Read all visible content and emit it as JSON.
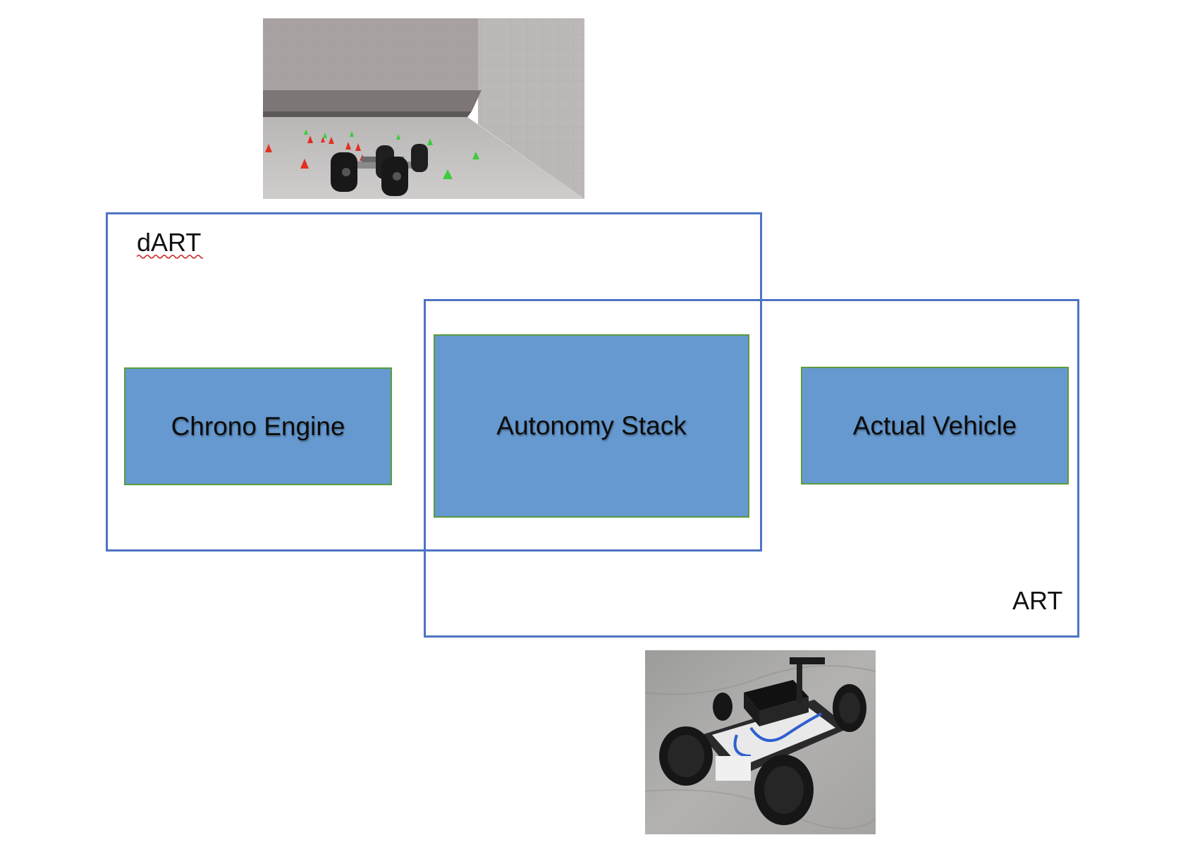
{
  "regions": {
    "dart": {
      "label": "dART"
    },
    "art": {
      "label": "ART"
    }
  },
  "components": {
    "chrono_engine": "Chrono Engine",
    "autonomy_stack": "Autonomy Stack",
    "actual_vehicle": "Actual Vehicle"
  },
  "images": {
    "simulation": "simulated-vehicle-scene",
    "real_vehicle": "real-vehicle-photo"
  },
  "colors": {
    "region_border": "#4e74c4",
    "component_fill": "#6699cf",
    "component_border": "#5b9b3c",
    "cone_red": "#e03020",
    "cone_green": "#3ccc3c"
  }
}
